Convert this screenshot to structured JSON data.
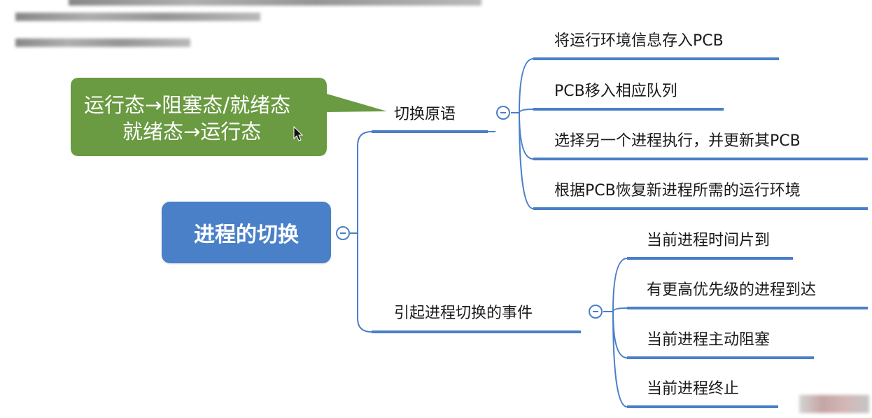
{
  "root": {
    "label": "进程的切换"
  },
  "callout": {
    "line1": "运行态→阻塞态/就绪态",
    "line2": "就绪态→运行态",
    "color": "#6a9a41"
  },
  "branches": [
    {
      "label": "切换原语",
      "children": [
        "将运行环境信息存入PCB",
        "PCB移入相应队列",
        "选择另一个进程执行，并更新其PCB",
        "根据PCB恢复新进程所需的运行环境"
      ]
    },
    {
      "label": "引起进程切换的事件",
      "children": [
        "当前进程时间片到",
        "有更高优先级的进程到达",
        "当前进程主动阻塞",
        "当前进程终止"
      ]
    }
  ],
  "colors": {
    "root": "#4a80c8",
    "connector": "#4a7fc8",
    "callout": "#6a9a41"
  }
}
